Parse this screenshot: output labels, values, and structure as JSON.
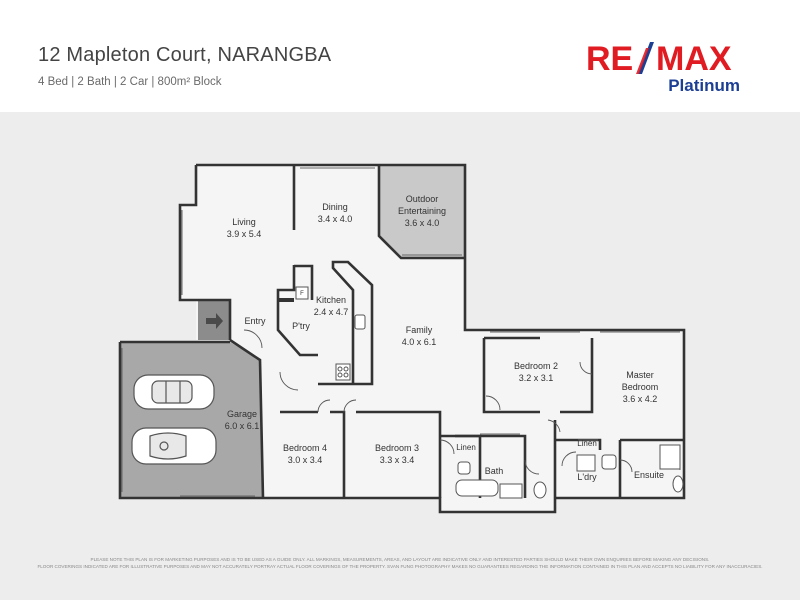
{
  "header": {
    "title": "12 Mapleton Court, NARANGBA",
    "subtitle": "4 Bed  |  2 Bath  |  2 Car  |  800m² Block"
  },
  "logo": {
    "brand_left": "RE",
    "brand_right": "MAX",
    "tagline": "Platinum",
    "colors": {
      "red": "#e11b22",
      "blue": "#1c3f94"
    }
  },
  "rooms": {
    "living": {
      "name": "Living",
      "size": "3.9 x 5.4"
    },
    "dining": {
      "name": "Dining",
      "size": "3.4 x 4.0"
    },
    "outdoor": {
      "name1": "Outdoor",
      "name2": "Entertaining",
      "size": "3.6 x 4.0"
    },
    "kitchen": {
      "name": "Kitchen",
      "size": "2.4 x 4.7"
    },
    "pantry": {
      "name": "P'try"
    },
    "entry": {
      "name": "Entry"
    },
    "family": {
      "name": "Family",
      "size": "4.0 x 6.1"
    },
    "bedroom2": {
      "name": "Bedroom 2",
      "size": "3.2 x 3.1"
    },
    "master": {
      "name1": "Master",
      "name2": "Bedroom",
      "size": "3.6 x 4.2"
    },
    "garage": {
      "name": "Garage",
      "size": "6.0 x 6.1"
    },
    "bedroom4": {
      "name": "Bedroom 4",
      "size": "3.0 x 3.4"
    },
    "bedroom3": {
      "name": "Bedroom 3",
      "size": "3.3 x 3.4"
    },
    "linen1": {
      "name": "Linen"
    },
    "linen2": {
      "name": "Linen"
    },
    "bath": {
      "name": "Bath"
    },
    "laundry": {
      "name": "L'dry"
    },
    "ensuite": {
      "name": "Ensuite"
    },
    "fridge": {
      "name": "F"
    }
  },
  "disclaimer": {
    "line1": "PLEASE NOTE THIS PLAN IS FOR MARKETING PURPOSES AND IS TO BE USED AS A GUIDE ONLY. ALL MARKINGS, MEASUREMENTS, AREAS, AND LAYOUT ARE INDICATIVE ONLY AND INTERESTED PARTIES SHOULD MAKE THEIR OWN ENQUIRIES BEFORE MAKING ANY DECISIONS.",
    "line2": "FLOOR COVERINGS INDICATED ARE FOR ILLUSTRATIVE PURPOSES AND MAY NOT ACCURATELY PORTRAY ACTUAL FLOOR COVERINGS OF THE PROPERTY. SVAN FUNG PHOTOGRAPHY MAKES NO GUARANTEES REGARDING THE INFORMATION CONTAINED IN THIS PLAN AND ACCEPTS NO LIABILITY FOR ANY INACCURACIES."
  },
  "colors": {
    "background": "#ededed",
    "floor": "#f5f5f5",
    "wall": "#333333",
    "garage_floor": "#a8a8a8",
    "outdoor_floor": "#c9c9c9"
  }
}
